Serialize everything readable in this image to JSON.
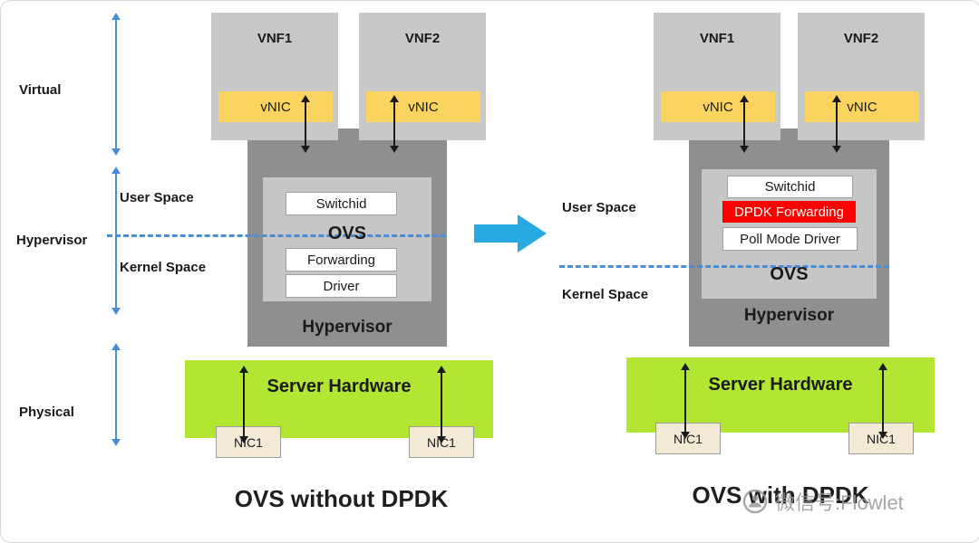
{
  "side_labels": {
    "virtual": "Virtual",
    "hypervisor": "Hypervisor",
    "physical": "Physical"
  },
  "left_diagram": {
    "vnf1": "VNF1",
    "vnf2": "VNF2",
    "vnic1": "vNIC",
    "vnic2": "vNIC",
    "user_space": "User Space",
    "kernel_space": "Kernel Space",
    "switchid": "Switchid",
    "ovs": "OVS",
    "forwarding": "Forwarding",
    "driver": "Driver",
    "hypervisor": "Hypervisor",
    "server_hardware": "Server Hardware",
    "nic_left": "NIC1",
    "nic_right": "NIC1",
    "title": "OVS without DPDK"
  },
  "right_diagram": {
    "vnf1": "VNF1",
    "vnf2": "VNF2",
    "vnic1": "vNIC",
    "vnic2": "vNIC",
    "user_space": "User Space",
    "kernel_space": "Kernel Space",
    "switchid": "Switchid",
    "dpdk_forwarding": "DPDK Forwarding",
    "poll_mode_driver": "Poll Mode Driver",
    "ovs": "OVS",
    "hypervisor": "Hypervisor",
    "server_hardware": "Server Hardware",
    "nic_left": "NIC1",
    "nic_right": "NIC1",
    "title": "OVS with DPDK"
  },
  "watermark": {
    "text": "微信号:Flowlet"
  },
  "colors": {
    "vnf_box": "#c8c8c8",
    "vnic_box": "#fad45f",
    "hypervisor_box": "#8f8f8f",
    "ovs_inner_box": "#c6c6c6",
    "dpdk_highlight": "#fe0000",
    "server_hardware_box": "#b3e632",
    "nic_box": "#f3ead6",
    "boundary_dash_blue": "#4a8fd6",
    "transition_arrow_blue": "#29a9e1"
  }
}
